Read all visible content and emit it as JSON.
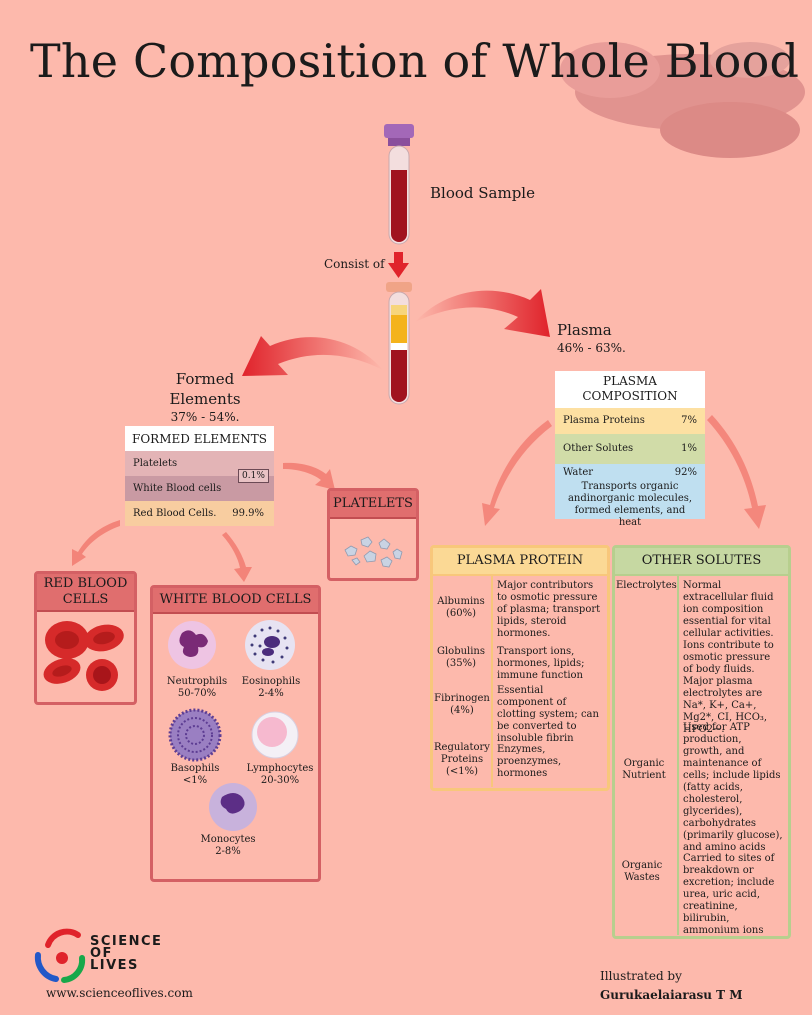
{
  "title": "The Composition of Whole Blood",
  "blood_sample": "Blood Sample",
  "consist_of": "Consist of",
  "plasma": {
    "label": "Plasma",
    "range": "46% - 63%."
  },
  "formed": {
    "label1": "Formed",
    "label2": "Elements",
    "range": "37% - 54%."
  },
  "formed_table": {
    "header": "FORMED ELEMENTS",
    "rows": [
      {
        "name": "Platelets",
        "value": ""
      },
      {
        "name": "White Blood cells",
        "value": ""
      },
      {
        "name": "Red Blood Cells.",
        "value": "99.9%"
      }
    ],
    "group_value": "0.1%"
  },
  "plasma_table": {
    "header1": "PLASMA",
    "header2": "COMPOSITION",
    "rows": [
      {
        "name": "Plasma Proteins",
        "value": "7%"
      },
      {
        "name": "Other Solutes",
        "value": "1%"
      },
      {
        "name": "Water",
        "value": "92%",
        "desc": "Transports organic andinorganic molecules, formed elements, and heat"
      }
    ]
  },
  "rbc": {
    "title1": "RED BLOOD",
    "title2": "CELLS"
  },
  "platelets": {
    "title": "PLATELETS"
  },
  "wbc": {
    "title": "WHITE BLOOD CELLS",
    "cells": [
      {
        "name": "Neutrophils",
        "pct": "50-70%"
      },
      {
        "name": "Eosinophils",
        "pct": "2-4%"
      },
      {
        "name": "Basophils",
        "pct": "<1%"
      },
      {
        "name": "Lymphocytes",
        "pct": "20-30%"
      },
      {
        "name": "Monocytes",
        "pct": "2-8%"
      }
    ]
  },
  "plasma_protein": {
    "title": "PLASMA PROTEIN",
    "rows": [
      {
        "name": "Albumins",
        "pct": "(60%)",
        "desc": "Major contributors to osmotic pressure of plasma; transport lipids, steroid hormones."
      },
      {
        "name": "Globulins",
        "pct": "(35%)",
        "desc": "Transport ions, hormones, lipids; immune function"
      },
      {
        "name": "Fibrinogen",
        "pct": "(4%)",
        "desc": "Essential component of clotting system; can be converted to insoluble fibrin"
      },
      {
        "name": "Regulatory Proteins",
        "pct": "(<1%)",
        "desc": "Enzymes, proenzymes, hormones"
      }
    ]
  },
  "other_solutes": {
    "title": "OTHER SOLUTES",
    "rows": [
      {
        "name": "Electrolytes",
        "desc": "Normal extracellular fluid ion composition essential for vital cellular activities. Ions contribute to osmotic pressure of body fluids. Major plasma electrolytes are Na*, K+, Ca+, Mg2*, CI, HCO₃, HPO2−."
      },
      {
        "name": "Organic Nutrient",
        "desc": "Used for ATP production, growth, and maintenance of cells; include lipids (fatty acids, cholesterol, glycerides), carbohydrates (primarily glucose), and amino acids"
      },
      {
        "name": "Organic Wastes",
        "desc": "Carried to sites of breakdown or excretion; include urea, uric acid, creatinine, bilirubin, ammonium ions"
      }
    ]
  },
  "logo": {
    "line1": "SCIENCE",
    "line2": "OF",
    "line3": "LIVES",
    "url": "www.scienceoflives.com"
  },
  "credit": {
    "line1": "Illustrated by",
    "author": "Gurukaelaiarasu T M"
  },
  "colors": {
    "background": "#fdb9ac",
    "arrow": "#e0232b",
    "blood": "#a0131f",
    "plasma": "#f4b31c"
  }
}
